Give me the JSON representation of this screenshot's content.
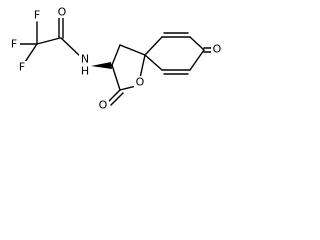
{
  "molecule": {
    "atoms": {
      "f_top": "F",
      "f_left": "F",
      "f_bottom": "F",
      "n_amide": "N",
      "h_amide": "H",
      "o_amide": "O",
      "o_ring": "O",
      "o_lactone": "O",
      "o_ketone": "O"
    }
  }
}
